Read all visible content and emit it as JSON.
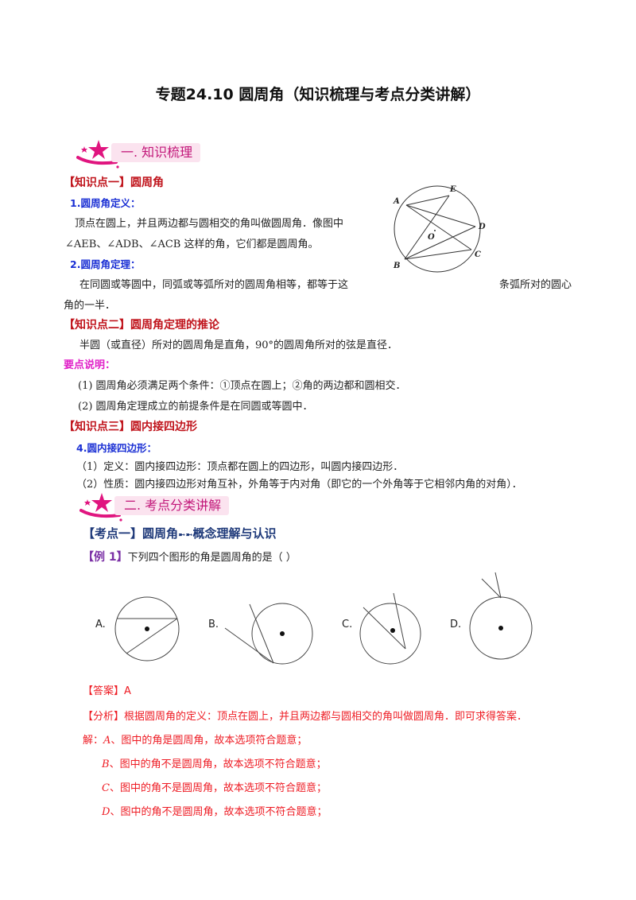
{
  "doc": {
    "title": "专题24.10  圆周角（知识梳理与考点分类讲解）"
  },
  "section1": {
    "banner": "一. 知识梳理",
    "kp1": {
      "heading": "【知识点一】圆周角",
      "sub1": "1.圆周角定义：",
      "def_line1": "顶点在圆上，并且两边都与圆相交的角叫做圆周角．像图中",
      "def_line2": "∠AEB、∠ADB、∠ACB 这样的角，它们都是圆周角。",
      "sub2": "2.圆周角定理：",
      "thm_line1a": "在同圆或等圆中，同弧或等弧所对的圆周角相等，都等于这",
      "thm_line1b": "条弧所对的圆心",
      "thm_line2": "角的一半．",
      "figure": {
        "labels": [
          "A",
          "E",
          "D",
          "C",
          "B",
          "O"
        ]
      }
    },
    "kp2": {
      "heading": "【知识点二】圆周角定理的推论",
      "text": "半圆（或直径）所对的圆周角是直角，90°的圆周角所对的弦是直径．"
    },
    "notes": {
      "heading": "要点说明：",
      "items": [
        "(1)  圆周角必须满足两个条件：①顶点在圆上；②角的两边都和圆相交．",
        "(2)  圆周角定理成立的前提条件是在同圆或等圆中．"
      ]
    },
    "kp3": {
      "heading": "【知识点三】圆内接四边形",
      "sub": "4.圆内接四边形：",
      "items": [
        "（1）定义：圆内接四边形：顶点都在圆上的四边形，叫圆内接四边形．",
        "（2）性质：圆内接四边形对角互补，外角等于内对角（即它的一个外角等于它相邻内角的对角）．"
      ]
    }
  },
  "section2": {
    "banner": "二. 考点分类讲解",
    "kd1": {
      "heading_a": "【考点一】圆周角",
      "arrows": "➼➼",
      "heading_b": "概念理解与认识"
    },
    "example1": {
      "tag": "【例 1】",
      "question": "下列四个图形的角是圆周角的是（    ）",
      "options": [
        "A.",
        "B.",
        "C.",
        "D."
      ],
      "answer": "【答案】A",
      "analysis": "【分析】根据圆周角的定义：顶点在圆上，并且两边都与圆相交的角叫做圆周角．即可求得答案．",
      "solution_prefix": "解：",
      "solution": [
        {
          "letter": "A",
          "text": "、图中的角是圆周角，故本选项符合题意；"
        },
        {
          "letter": "B",
          "text": "、图中的角不是圆周角，故本选项不符合题意；"
        },
        {
          "letter": "C",
          "text": "、图中的角不是圆周角，故本选项不符合题意；"
        },
        {
          "letter": "D",
          "text": "、图中的角不是圆周角，故本选项不符合题意；"
        }
      ]
    }
  },
  "colors": {
    "kp_red": "#c0141c",
    "sub_blue": "#1a2fd4",
    "note_magenta": "#e020c8",
    "kd_navy": "#1f3a7a",
    "example_purple": "#7a2fa5",
    "answer_red": "#ee1c24",
    "banner_pink": "#e0157f"
  }
}
